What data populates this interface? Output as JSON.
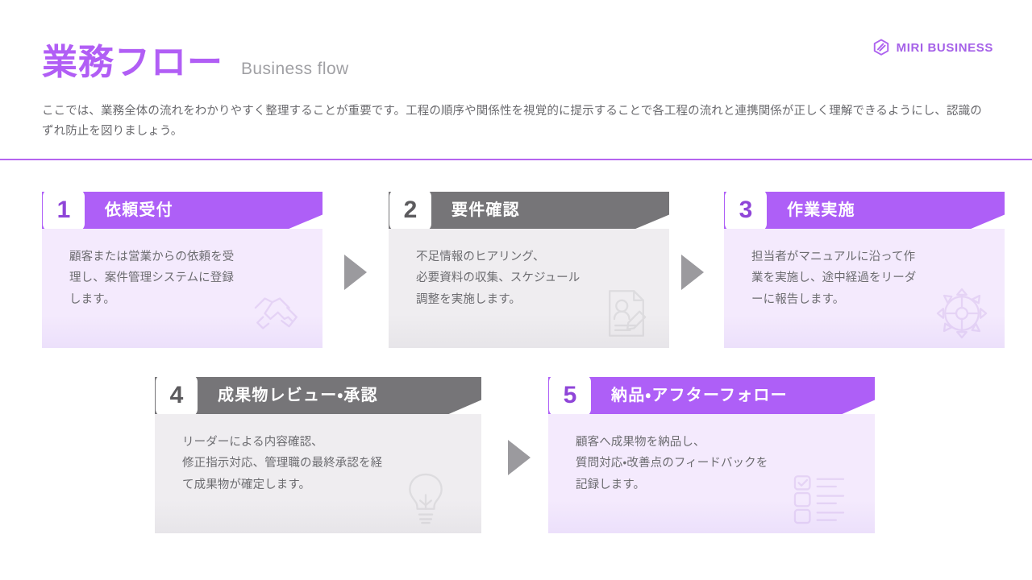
{
  "brand": {
    "name": "MIRI BUSINESS",
    "mark_icon": "hexagon-logo-icon",
    "color": "#a561e8"
  },
  "header": {
    "title_ja": "業務フロー",
    "title_en": "Business flow",
    "title_color": "#b15ef5",
    "subtitle_color": "#a0a0a4",
    "divider_color": "#b564ef"
  },
  "lead": "ここでは、業務全体の流れをわかりやすく整理することが重要です。工程の順序や関係性を視覚的に提示することで各工程の流れと連携関係が正しく理解できるようにし、認識のずれ防止を図りましょう。",
  "theme": {
    "purple": "#ae5ff7",
    "gray": "#767578",
    "purple_body": "#f4eafd",
    "gray_body": "#efedf0",
    "arrow_color": "#9b9a9e",
    "body_text": "#6c6c70"
  },
  "flow": {
    "steps": [
      {
        "number": "1",
        "title": "依頼受付",
        "body": "顧客または営業からの依頼を受\n理し、案件管理システムに登録\nします。",
        "accent": "purple",
        "watermark_icon": "handshake-icon"
      },
      {
        "number": "2",
        "title": "要件確認",
        "body": "不足情報のヒアリング、\n必要資料の収集、スケジュール\n調整を実施します。",
        "accent": "gray",
        "watermark_icon": "document-person-icon"
      },
      {
        "number": "3",
        "title": "作業実施",
        "body": "担当者がマニュアルに沿って作\n業を実施し、途中経過をリーダ\nーに報告します。",
        "accent": "purple",
        "watermark_icon": "gear-icon"
      },
      {
        "number": "4",
        "title": "成果物レビュー・承認",
        "body": "リーダーによる内容確認、\n修正指示対応、管理職の最終承認を経\nて成果物が確定します。",
        "accent": "gray",
        "watermark_icon": "lightbulb-icon"
      },
      {
        "number": "5",
        "title": "納品・アフターフォロー",
        "body": "顧客へ成果物を納品し、\n質問対応・改善点のフィードバックを\n記録します。",
        "accent": "purple",
        "watermark_icon": "checklist-icon"
      }
    ],
    "arrows": [
      {
        "name": "arrow-step1-to-step2"
      },
      {
        "name": "arrow-step2-to-step3"
      },
      {
        "name": "arrow-step4-to-step5"
      }
    ]
  }
}
